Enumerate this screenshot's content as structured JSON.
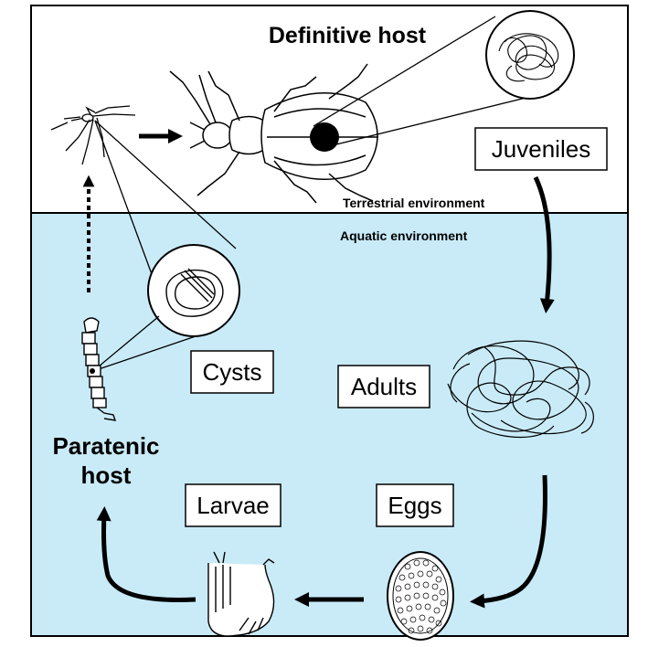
{
  "diagram": {
    "definitive_host": "Definitive host",
    "paratenic_host_line1": "Paratenic",
    "paratenic_host_line2": "host",
    "terrestrial_environment": "Terrestrial environment",
    "aquatic_environment": "Aquatic environment",
    "stages": {
      "juveniles": "Juveniles",
      "adults": "Adults",
      "eggs": "Eggs",
      "larvae": "Larvae",
      "cysts": "Cysts"
    },
    "colors": {
      "water": "#c9ebf8",
      "land": "#ffffff",
      "outline": "#000000"
    }
  }
}
